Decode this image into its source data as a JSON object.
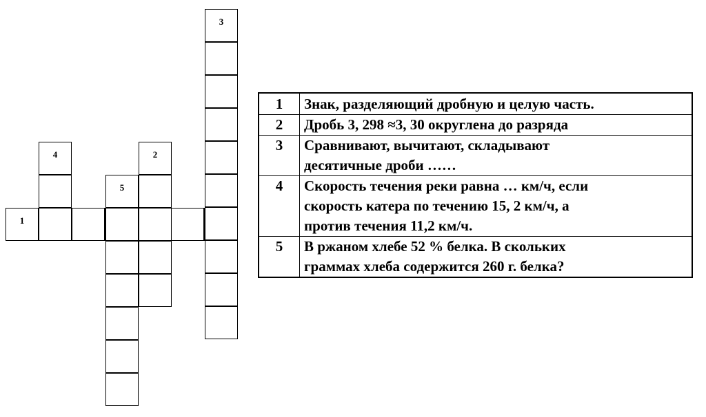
{
  "crossword": {
    "labels": {
      "1": "1",
      "2": "2",
      "3": "3",
      "4": "4",
      "5": "5"
    }
  },
  "clues": [
    {
      "num": "1",
      "text": "Знак, разделяющий  дробную и целую часть."
    },
    {
      "num": "2",
      "text": "Дробь 3, 298 ≈3, 30 округлена до разряда"
    },
    {
      "num": "3",
      "text": "Сравнивают, вычитают, складывают\nдесятичные дроби ……"
    },
    {
      "num": "4",
      "text": "Скорость течения реки равна … км/ч, если\nскорость катера по течению 15, 2 км/ч, а\nпротив течения 11,2 км/ч."
    },
    {
      "num": "5",
      "text": "В ржаном хлебе 52 % белка. В скольких\nграммах хлеба содержится 260 г. белка?"
    }
  ]
}
